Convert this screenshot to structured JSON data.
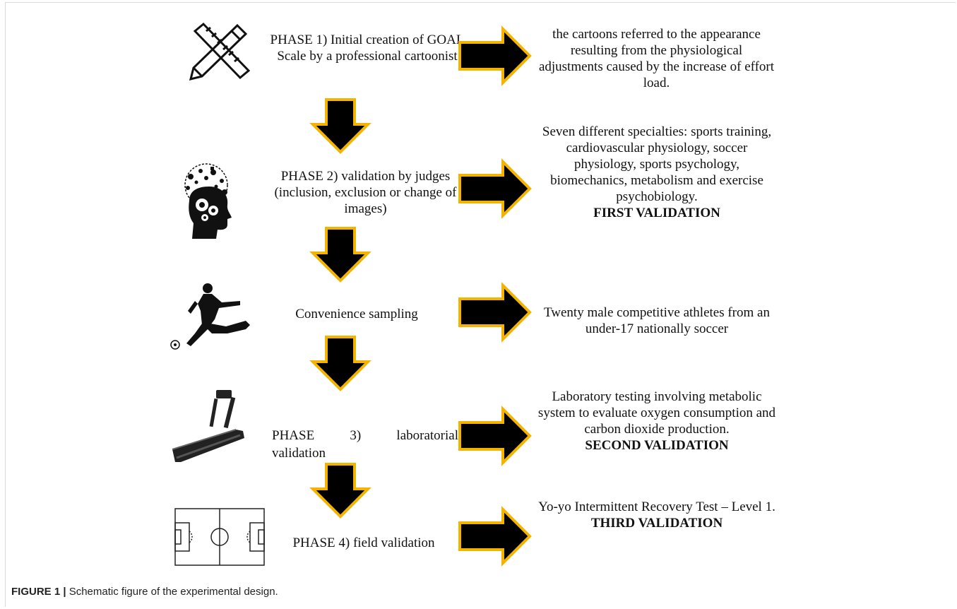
{
  "steps": [
    {
      "text": "PHASE 1) Initial creation of GOAL Scale by a professional cartoonist",
      "icon": "pencil-ruler-icon"
    },
    {
      "text": "PHASE 2) validation by judges (inclusion, exclusion or change of images)",
      "icon": "head-gears-icon"
    },
    {
      "text": "Convenience sampling",
      "icon": "soccer-player-icon"
    },
    {
      "text_part1": "PHASE",
      "text_part2": "3)",
      "text_part3": "laboratorial",
      "text_part4": "validation",
      "icon": "treadmill-icon"
    },
    {
      "text": "PHASE 4) field validation",
      "icon": "soccer-field-icon"
    }
  ],
  "descriptions": [
    {
      "text": "the cartoons referred to the appearance resulting from the physiological adjustments caused by the increase of effort load.",
      "emph": ""
    },
    {
      "text": "Seven different specialties: sports training, cardiovascular physiology, soccer physiology, sports psychology, biomechanics, metabolism and exercise psychobiology.",
      "emph": "FIRST VALIDATION"
    },
    {
      "text": "Twenty male competitive athletes from an under-17 nationally soccer",
      "emph": ""
    },
    {
      "text": "Laboratory testing involving metabolic system to evaluate oxygen consumption and carbon dioxide production.",
      "emph": "SECOND VALIDATION"
    },
    {
      "text": "Yo-yo Intermittent Recovery Test – Level 1.",
      "emph": "THIRD VALIDATION"
    }
  ],
  "caption": {
    "label": "FIGURE 1 |",
    "text": " Schematic figure of the experimental design."
  },
  "colors": {
    "arrow_fill": "#000000",
    "arrow_outline": "#f2b400"
  }
}
